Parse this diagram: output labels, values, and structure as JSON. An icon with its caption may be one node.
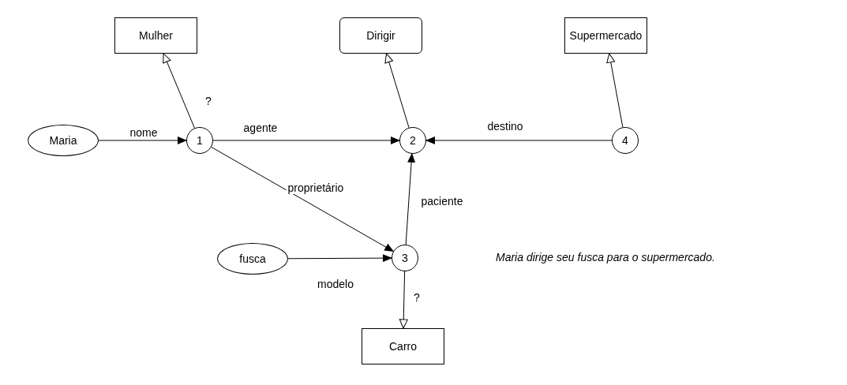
{
  "diagram": {
    "nodes": [
      {
        "text": [
          "Mulher"
        ]
      },
      {
        "text": [
          "Dirigir"
        ]
      },
      {
        "text": [
          "Supermercado"
        ]
      },
      {
        "text": [
          "Maria"
        ]
      },
      {
        "text": [
          "1"
        ]
      },
      {
        "text": [
          "2"
        ]
      },
      {
        "text": [
          "4"
        ]
      },
      {
        "text": [
          "fusca"
        ]
      },
      {
        "text": [
          "3"
        ]
      },
      {
        "text": [
          "Carro"
        ]
      }
    ],
    "edges": [
      {
        "from": 3,
        "to": 4,
        "arrow": "to",
        "label": "nome"
      },
      {
        "from": 4,
        "to": 0,
        "arrow": "to",
        "label": "?"
      },
      {
        "from": 4,
        "to": 5,
        "arrow": "to",
        "label": "agente"
      },
      {
        "from": 6,
        "to": 5,
        "arrow": "to",
        "label": "destino"
      },
      {
        "from": 5,
        "to": 1,
        "arrow": "to"
      },
      {
        "from": 6,
        "to": 2,
        "arrow": "to"
      },
      {
        "from": 4,
        "to": 8,
        "arrow": "to",
        "label": "proprietário"
      },
      {
        "from": 7,
        "to": 8,
        "arrow": "to",
        "label": "modelo"
      },
      {
        "from": 8,
        "to": 5,
        "arrow": "to",
        "label": "paciente"
      },
      {
        "from": 8,
        "to": 9,
        "arrow": "to",
        "label": "?"
      }
    ],
    "labels": [
      "Maria dirige seu fusca para o supermercado."
    ]
  }
}
